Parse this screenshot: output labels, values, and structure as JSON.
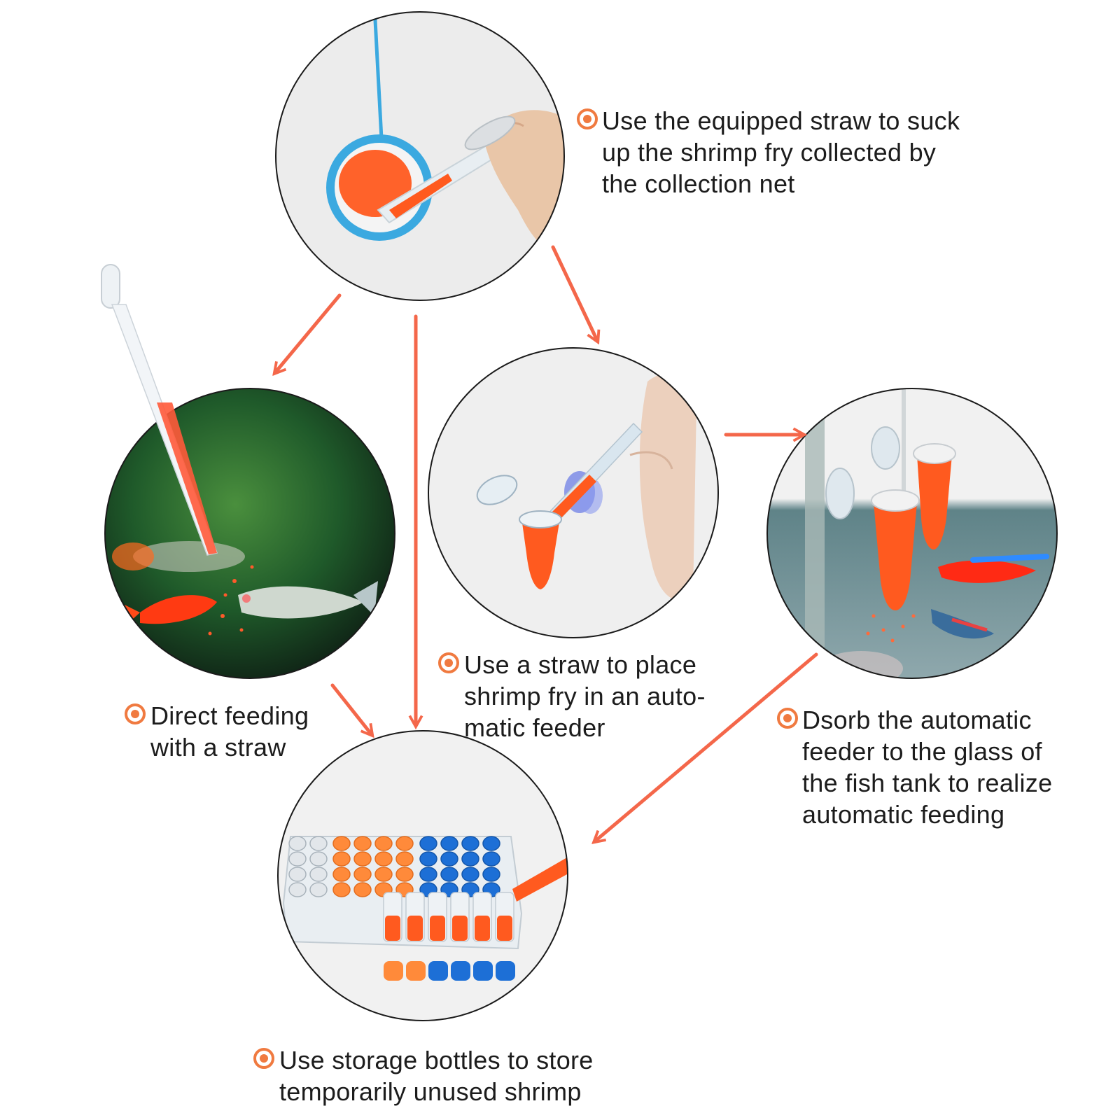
{
  "colors": {
    "arrow": "#f4674a",
    "bullet": "#f07a40",
    "shrimp_orange": "#ff5a1f",
    "net_blue": "#3ba9e0",
    "cap_blue": "#1d6fd6",
    "cap_orange": "#ff8a3a",
    "tank_green": "#2d7a36"
  },
  "steps": [
    {
      "id": "collect",
      "illustration": "collection-net-with-straw",
      "lines": [
        "Use the equipped straw to suck",
        "up the shrimp fry collected by",
        "the collection net"
      ]
    },
    {
      "id": "direct-feed",
      "illustration": "fish-fed-by-straw",
      "lines": [
        "Direct feeding",
        "with a straw"
      ]
    },
    {
      "id": "place-feeder",
      "illustration": "straw-filling-feeder",
      "lines": [
        "Use a straw to place",
        "shrimp fry in an auto-",
        "matic feeder"
      ]
    },
    {
      "id": "auto-feed",
      "illustration": "feeder-on-tank-glass",
      "lines": [
        "Dsorb the automatic",
        "feeder to the glass of",
        "the fish tank to realize",
        "automatic feeding"
      ]
    },
    {
      "id": "store",
      "illustration": "storage-bottle-rack",
      "lines": [
        "Use storage bottles to store",
        "temporarily unused shrimp"
      ]
    }
  ]
}
